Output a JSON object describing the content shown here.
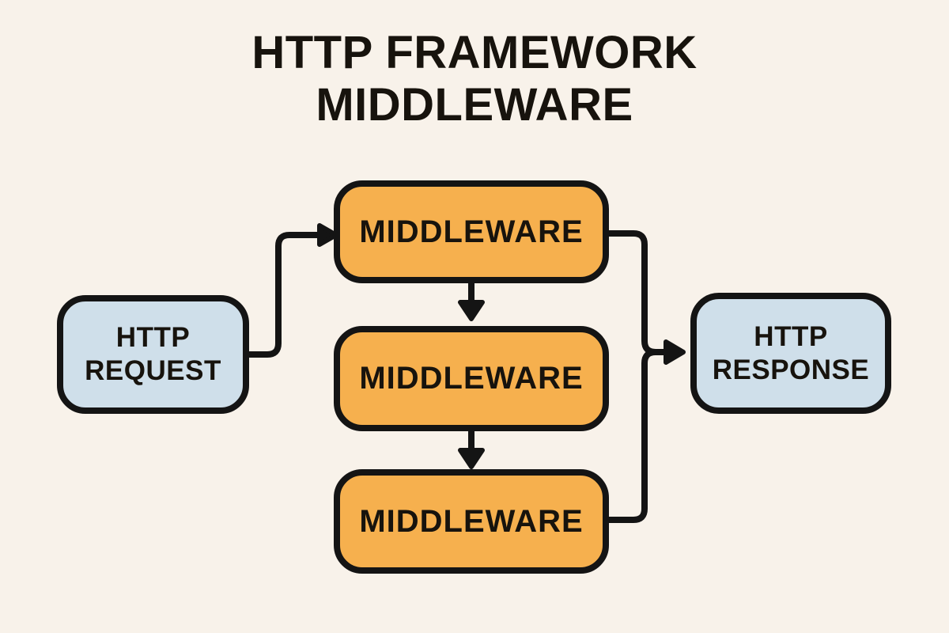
{
  "title": {
    "line1": "HTTP FRAMEWORK",
    "line2": "MIDDLEWARE"
  },
  "nodes": {
    "request": {
      "line1": "HTTP",
      "line2": "REQUEST"
    },
    "middleware1": {
      "label": "MIDDLEWARE"
    },
    "middleware2": {
      "label": "MIDDLEWARE"
    },
    "middleware3": {
      "label": "MIDDLEWARE"
    },
    "response": {
      "line1": "HTTP",
      "line2": "RESPONSE"
    }
  },
  "diagram": {
    "type": "flowchart",
    "flow": [
      {
        "from": "http-request",
        "to": "middleware-1"
      },
      {
        "from": "middleware-1",
        "to": "middleware-2"
      },
      {
        "from": "middleware-2",
        "to": "middleware-3"
      },
      {
        "from": "middleware-1",
        "to": "http-response"
      },
      {
        "from": "middleware-3",
        "to": "http-response"
      }
    ]
  },
  "colors": {
    "background": "#F8F2EA",
    "middleware_fill": "#F6B04E",
    "endpoint_fill": "#CFDFEA",
    "stroke": "#141414",
    "text": "#17130D"
  }
}
